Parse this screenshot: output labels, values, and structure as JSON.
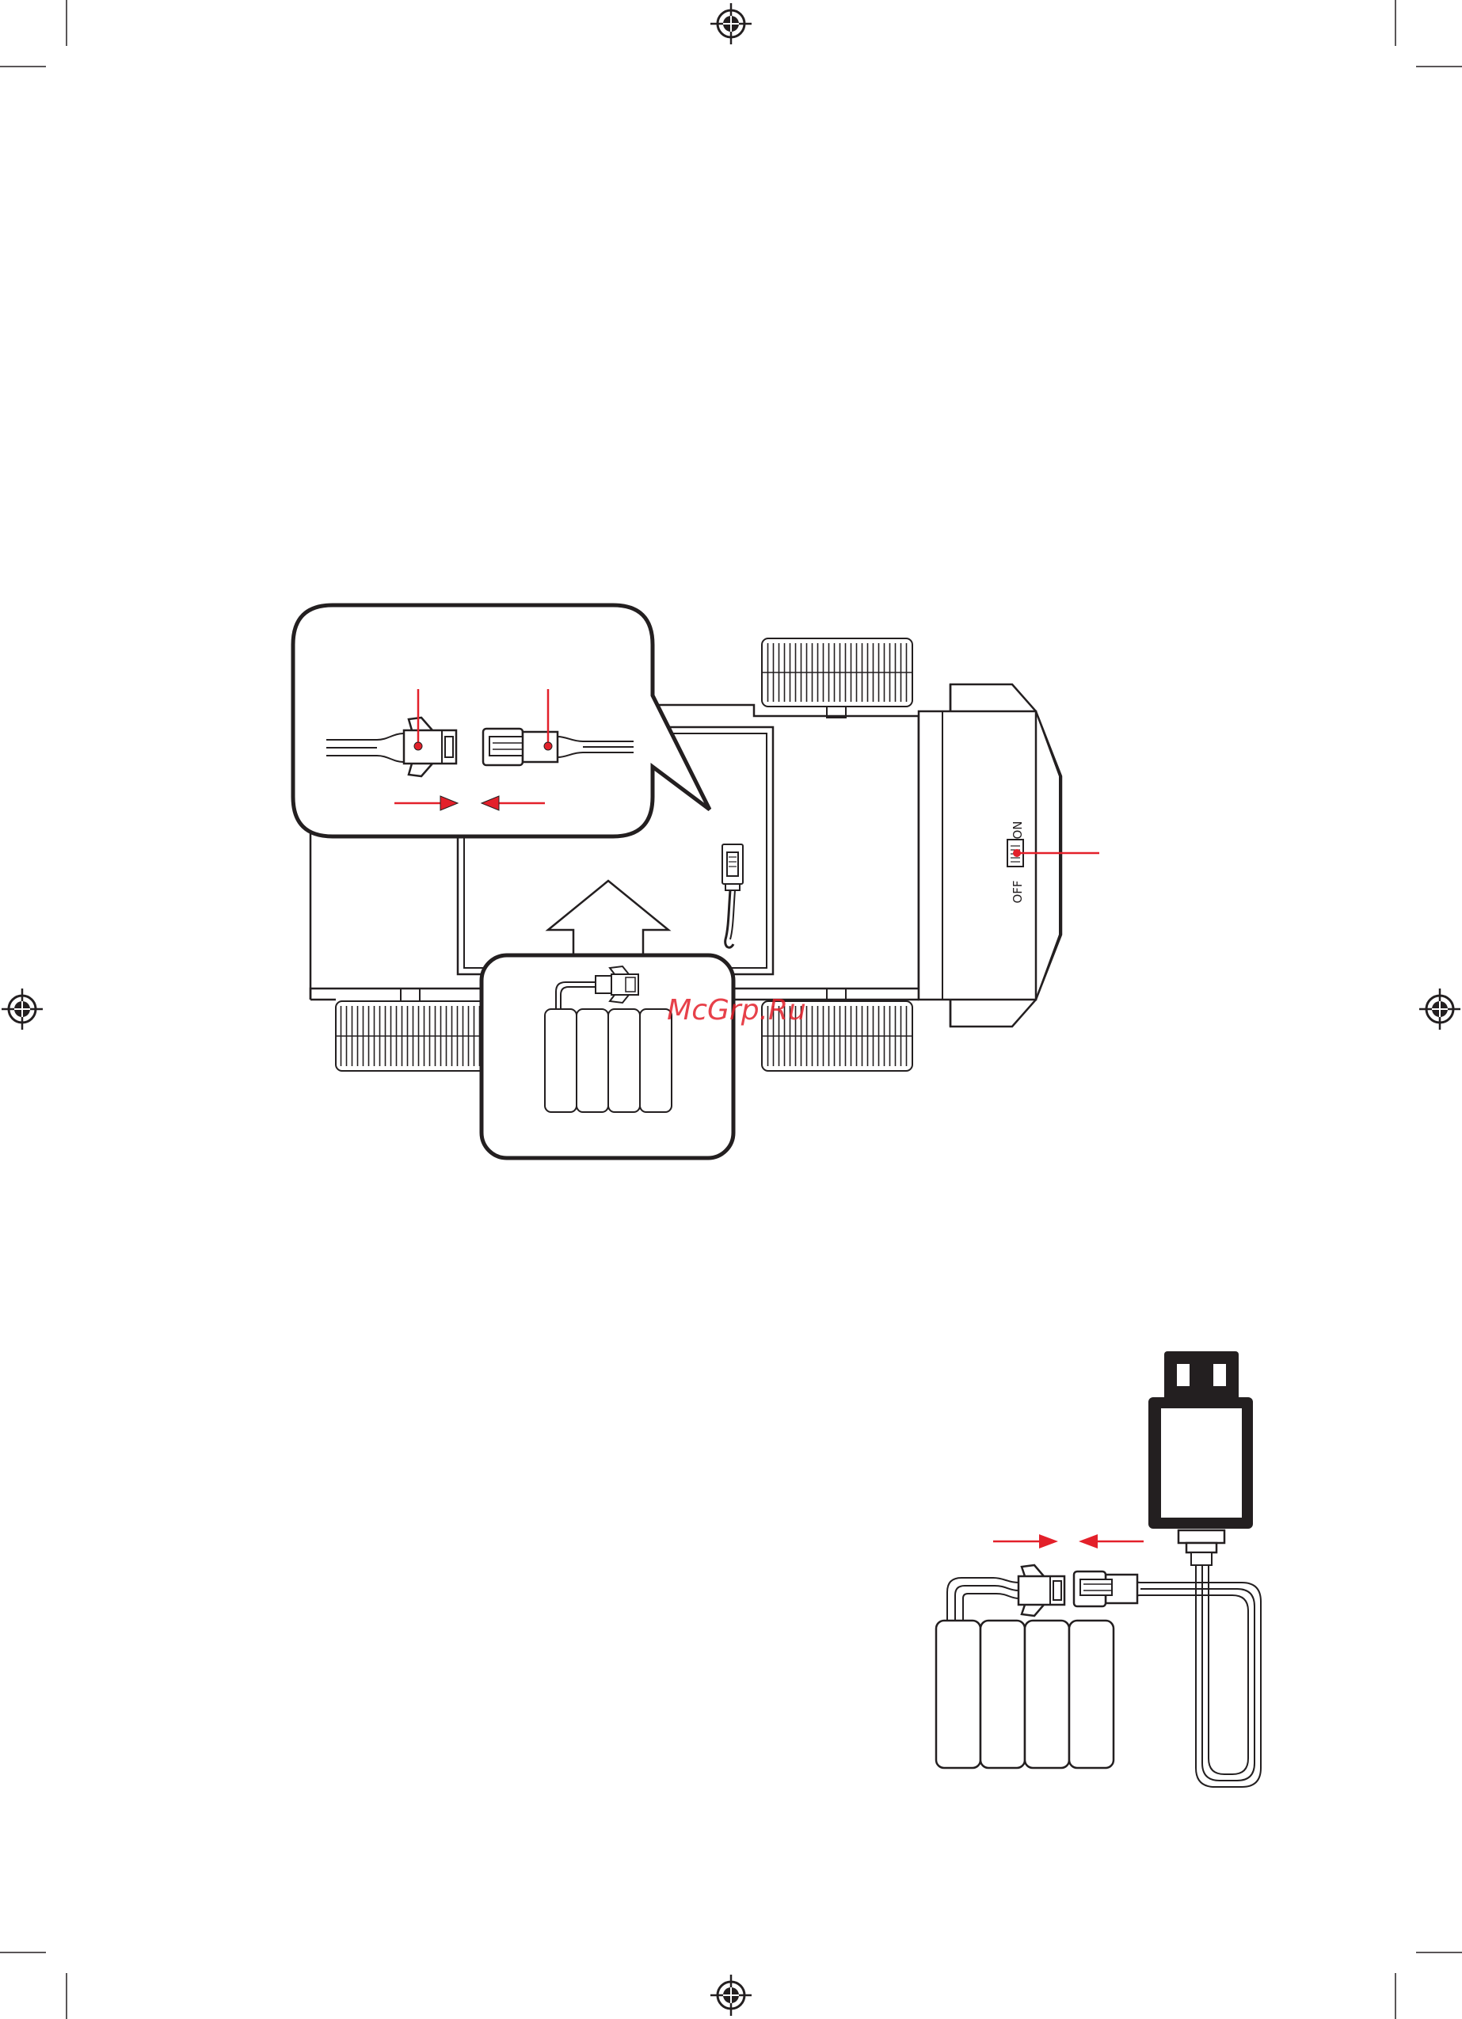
{
  "switch": {
    "on_label": "ON",
    "off_label": "OFF"
  },
  "watermark": {
    "text": "McGrp.Ru"
  },
  "colors": {
    "accent": "#e3202a",
    "line": "#231f20",
    "background": "#ffffff"
  },
  "battery": {
    "cells": 4
  }
}
